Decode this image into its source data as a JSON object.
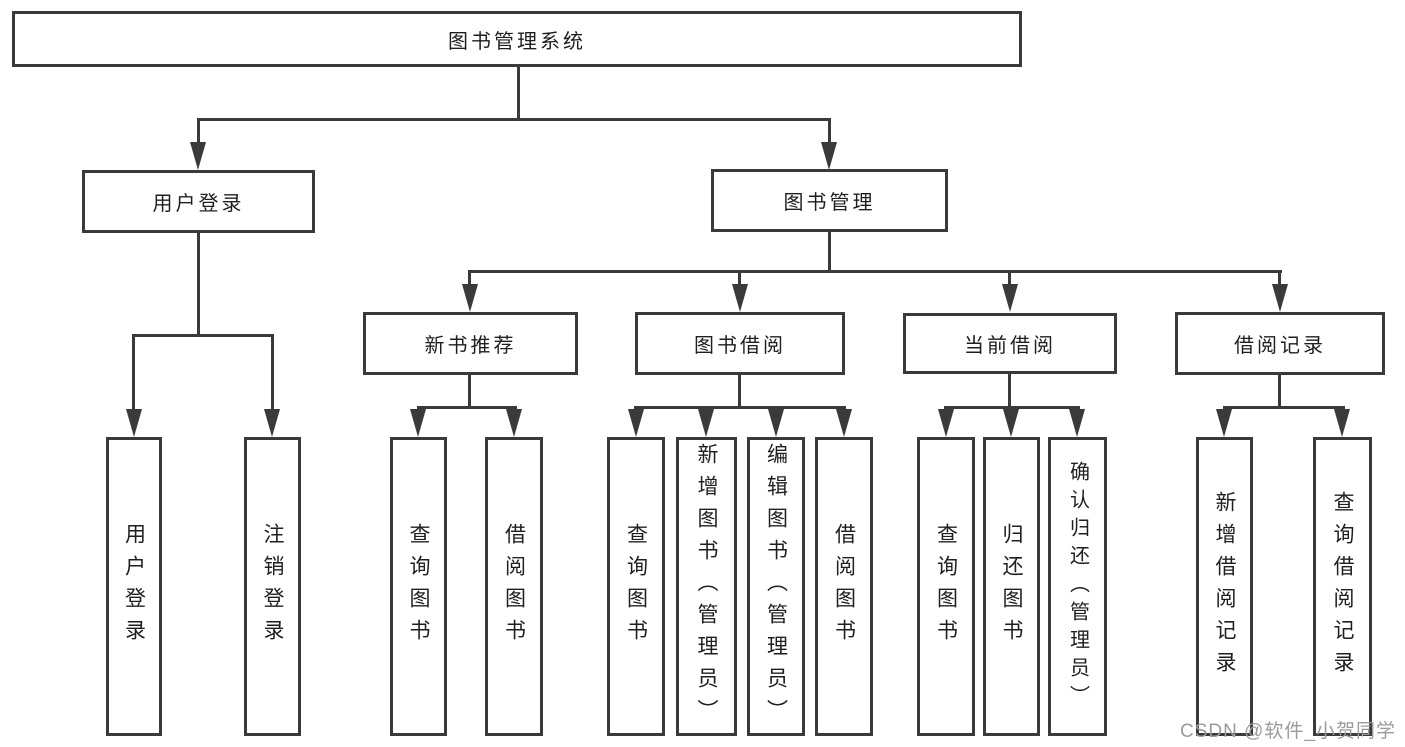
{
  "diagram": {
    "root": {
      "label": "图书管理系统"
    },
    "branches": {
      "user_login": {
        "label": "用户登录"
      },
      "book_mgmt": {
        "label": "图书管理"
      }
    },
    "modules": {
      "new_book_rec": {
        "label": "新书推荐"
      },
      "book_borrow": {
        "label": "图书借阅"
      },
      "current_borrow": {
        "label": "当前借阅"
      },
      "borrow_record": {
        "label": "借阅记录"
      }
    },
    "leaves": {
      "user_login_leaf": {
        "label": "用户登录"
      },
      "logout": {
        "label": "注销登录"
      },
      "query_book_rec": {
        "label": "查询图书"
      },
      "borrow_book_rec": {
        "label": "借阅图书"
      },
      "query_book_borrow": {
        "label": "查询图书"
      },
      "add_book_admin": {
        "label": "新增图书（管理员）"
      },
      "edit_book_admin": {
        "label": "编辑图书（管理员）"
      },
      "borrow_book_borrow": {
        "label": "借阅图书"
      },
      "query_book_current": {
        "label": "查询图书"
      },
      "return_book": {
        "label": "归还图书"
      },
      "confirm_return_admin": {
        "label": "确认归还（管理员）"
      },
      "add_borrow_record": {
        "label": "新增借阅记录"
      },
      "query_borrow_record": {
        "label": "查询借阅记录"
      }
    }
  },
  "watermark": {
    "text": "CSDN @软件_小贺同学"
  },
  "colors": {
    "line": "#3a3a3a",
    "text": "#1f1f1f",
    "box_background": "#ffffff",
    "background": "#ffffff",
    "watermark": "#9b9b9b"
  }
}
